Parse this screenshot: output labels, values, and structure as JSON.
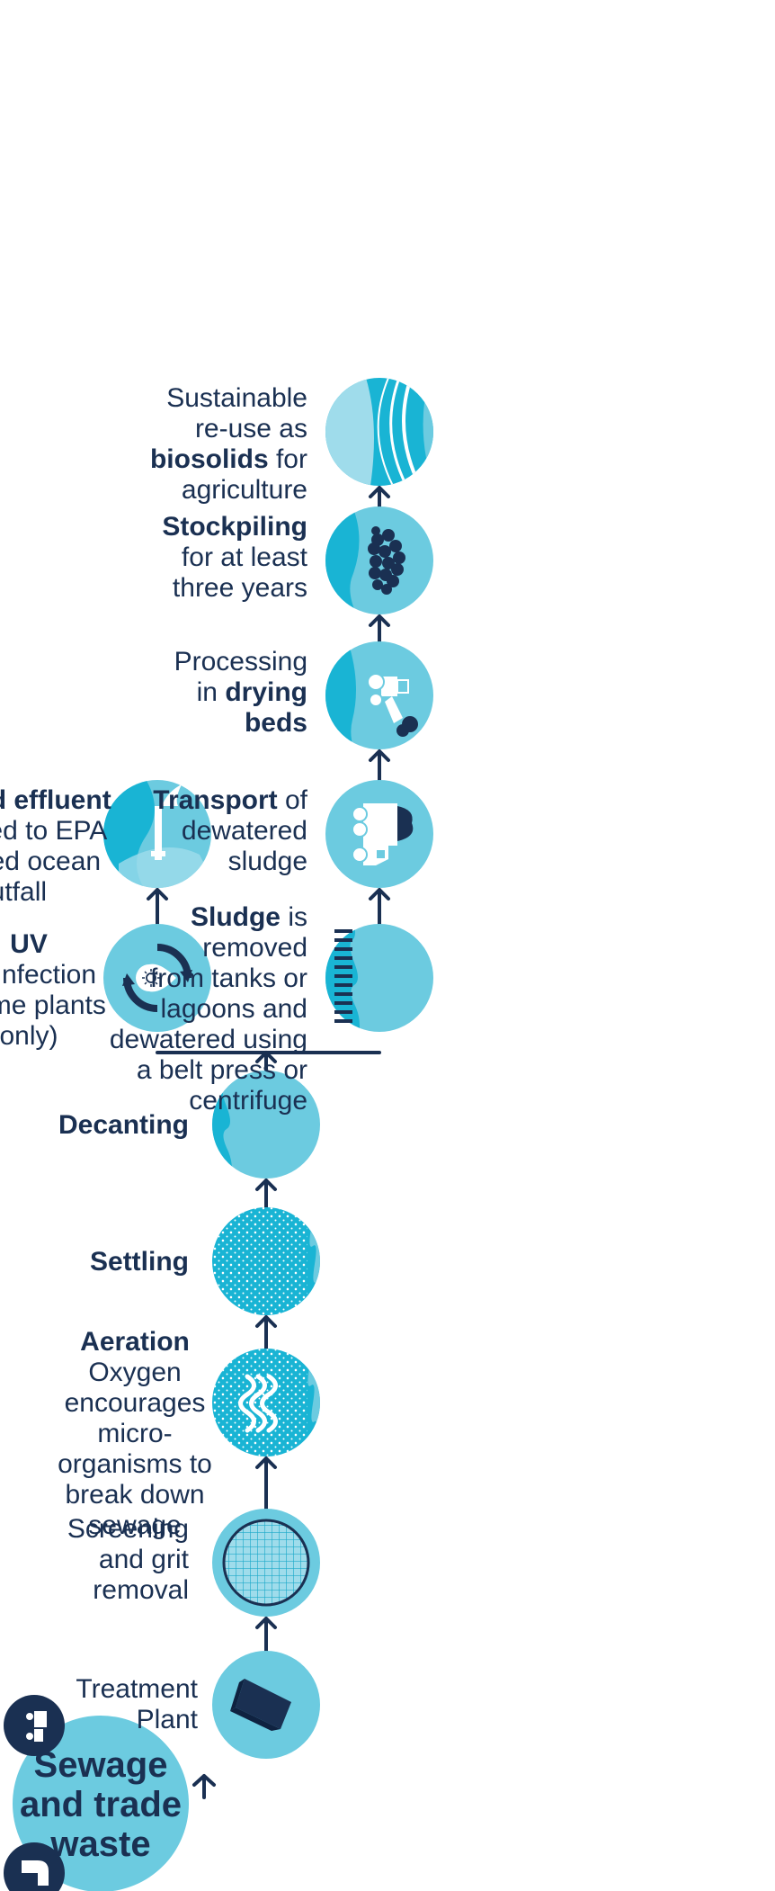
{
  "source": {
    "title_lines": [
      "Sewage",
      "and trade",
      "waste"
    ]
  },
  "steps": {
    "plant": [
      "Treatment",
      "Plant"
    ],
    "screening": [
      "Screening",
      "and grit",
      "removal"
    ],
    "aeration": {
      "bold": "Aeration",
      "lines": [
        "Oxygen",
        "encourages",
        "micro-",
        "organisms to",
        "break down",
        "sewage"
      ]
    },
    "settling": {
      "bold": "Settling"
    },
    "decanting": {
      "bold": "Decanting"
    },
    "uv": {
      "bold": "UV",
      "lines": [
        "disinfection",
        "(some plants",
        "only)"
      ]
    },
    "effluent": {
      "bold": "Treated effluent",
      "lines": [
        "released to EPA",
        "licenced ocean",
        "outfall"
      ]
    },
    "sludge": {
      "bold": "Sludge",
      "first_rest": " is",
      "lines": [
        "removed",
        "from tanks or",
        "lagoons and",
        "dewatered using",
        "a belt press or",
        "centrifuge"
      ]
    },
    "transport": {
      "bold": "Transport",
      "first_rest": " of",
      "lines": [
        "dewatered",
        "sludge"
      ]
    },
    "drying": {
      "lines": [
        "Processing"
      ],
      "pre": "in ",
      "bold1": "drying",
      "bold2": "beds"
    },
    "stockpiling": {
      "bold": "Stockpiling",
      "lines": [
        "for at least",
        "three years"
      ]
    },
    "biosolids": {
      "lines": [
        "Sustainable",
        "re-use as"
      ],
      "bold": "biosolids",
      "bold_rest": " for",
      "last": "agriculture"
    }
  },
  "colors": {
    "navy": "#1a3052",
    "light": "#6ccbe0",
    "mid": "#19b4d4",
    "pale": "#9fdceb"
  },
  "icons": {
    "source_1": "pipe-elbow-icon",
    "source_2": "industrial-truck-icon",
    "uv": "uv-sun-droplet-icon",
    "transport": "truck-icon",
    "drying": "front-loader-icon",
    "stockpiling": "stockpile-icon"
  }
}
